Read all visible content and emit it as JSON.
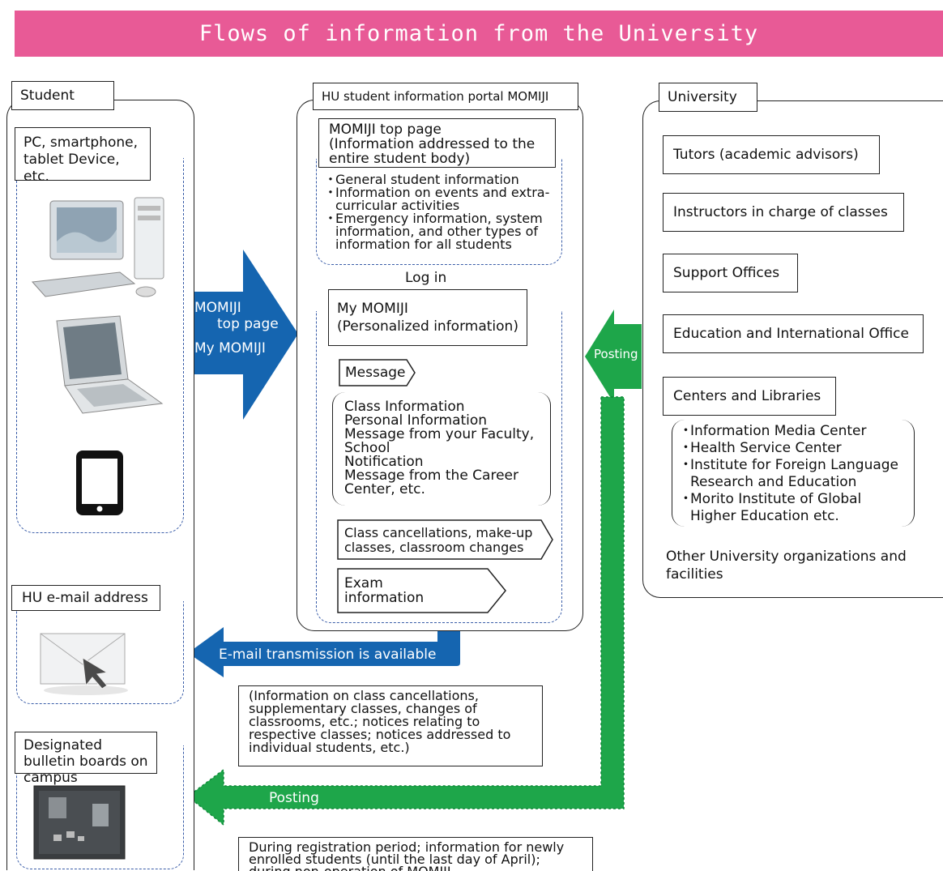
{
  "title": "Flows of information from the University",
  "student": {
    "tab": "Student",
    "devices_label": "PC, smartphone, tablet Device, etc.",
    "email_label": "HU e-mail address",
    "bulletin_label": "Designated bulletin boards on campus"
  },
  "portal": {
    "tab": "HU student information portal MOMIJI",
    "top_page_title": "MOMIJI top page",
    "top_page_desc": "(Information addressed to the entire student body)",
    "top_items": [
      "General student information",
      "Information on events and extra-curricular activities",
      "Emergency information, system information, and other types of information for all students"
    ],
    "login": "Log in",
    "my_title": "My MOMIJI",
    "my_desc": "(Personalized information)",
    "message": "Message",
    "message_items": [
      "Class Information",
      "Personal Information",
      "Message from your Faculty, School",
      "Notification",
      "Message from the Career Center,  etc."
    ],
    "class_changes": "Class cancellations, make-up classes, classroom changes",
    "exam": "Exam information"
  },
  "university": {
    "tab": "University",
    "boxes": [
      "Tutors (academic advisors)",
      "Instructors in charge of classes",
      "Support Offices",
      "Education and International Office",
      "Centers and Libraries"
    ],
    "center_items": [
      "Information Media Center",
      "Health Service Center",
      "Institute for Foreign Language Research and Education",
      "Morito Institute of Global Higher Education etc."
    ],
    "other": "Other University organizations and facilities"
  },
  "arrows": {
    "momiji_top": "MOMIJI",
    "top_page": "top page",
    "my_momiji": "My MOMIJI",
    "posting_right": "Posting",
    "email_transmission": "E-mail transmission is available",
    "posting_bottom": "Posting"
  },
  "notes": {
    "email_info": "(Information on class cancellations, supplementary classes, changes of classrooms, etc.; notices relating to respective classes; notices addressed to individual students, etc.)",
    "posting_info": "During registration period; information for newly enrolled students (until the last day of April); during non-operation of MOMIJI"
  },
  "colors": {
    "banner": "#e85a96",
    "blue_arrow": "#1565b0",
    "green_arrow": "#1ea64a",
    "dashed": "#3a5da8"
  },
  "icons": [
    "desktop-pc-icon",
    "laptop-icon",
    "tablet-icon",
    "email-envelope-icon",
    "bulletin-board-icon"
  ]
}
